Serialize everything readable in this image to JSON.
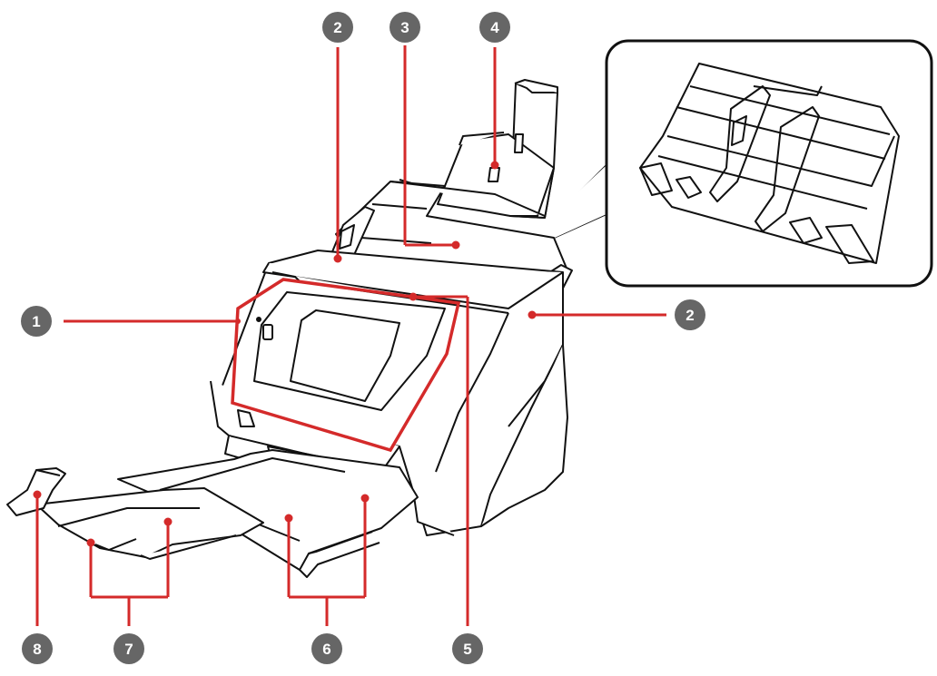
{
  "colors": {
    "outline": "#111111",
    "leader": "#d42a2a",
    "badge": "#666666",
    "badge_text": "#ffffff",
    "body": "#ffffff",
    "screen": "#ffffff"
  },
  "callouts": {
    "c1": "1",
    "c2a": "2",
    "c3": "3",
    "c4": "4",
    "c2b": "2",
    "c5": "5",
    "c6": "6",
    "c7": "7",
    "c8": "8"
  }
}
